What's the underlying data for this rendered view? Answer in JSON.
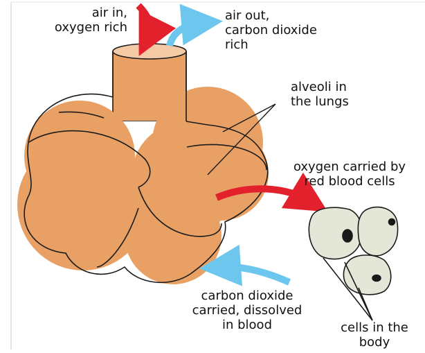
{
  "colors": {
    "alveoli_fill": "#E8A064",
    "alveoli_top": "#F3C9A6",
    "outline": "#1a1a1a",
    "oxygen_arrow": "#E3212C",
    "co2_arrow": "#6CC6EE",
    "cell_fill": "#E4E6D7",
    "nucleus": "#1a1a1a"
  },
  "labels": {
    "air_in": [
      "air in,",
      "oxygen rich"
    ],
    "air_out": [
      "air out,",
      "carbon dioxide",
      "rich"
    ],
    "alveoli": [
      "alveoli in",
      "the  lungs"
    ],
    "oxygen_carried": [
      "oxygen carried by",
      "red blood cells"
    ],
    "co2_carried": [
      "carbon dioxide",
      "carried, dissolved",
      "in blood"
    ],
    "cells": [
      "cells in the",
      "body"
    ]
  },
  "icons": {
    "air_in_arrow": "red-curved-arrow-icon",
    "air_out_arrow": "blue-curved-arrow-icon",
    "oxygen_arrow": "red-curved-arrow-icon",
    "co2_arrow": "blue-curved-arrow-icon"
  }
}
